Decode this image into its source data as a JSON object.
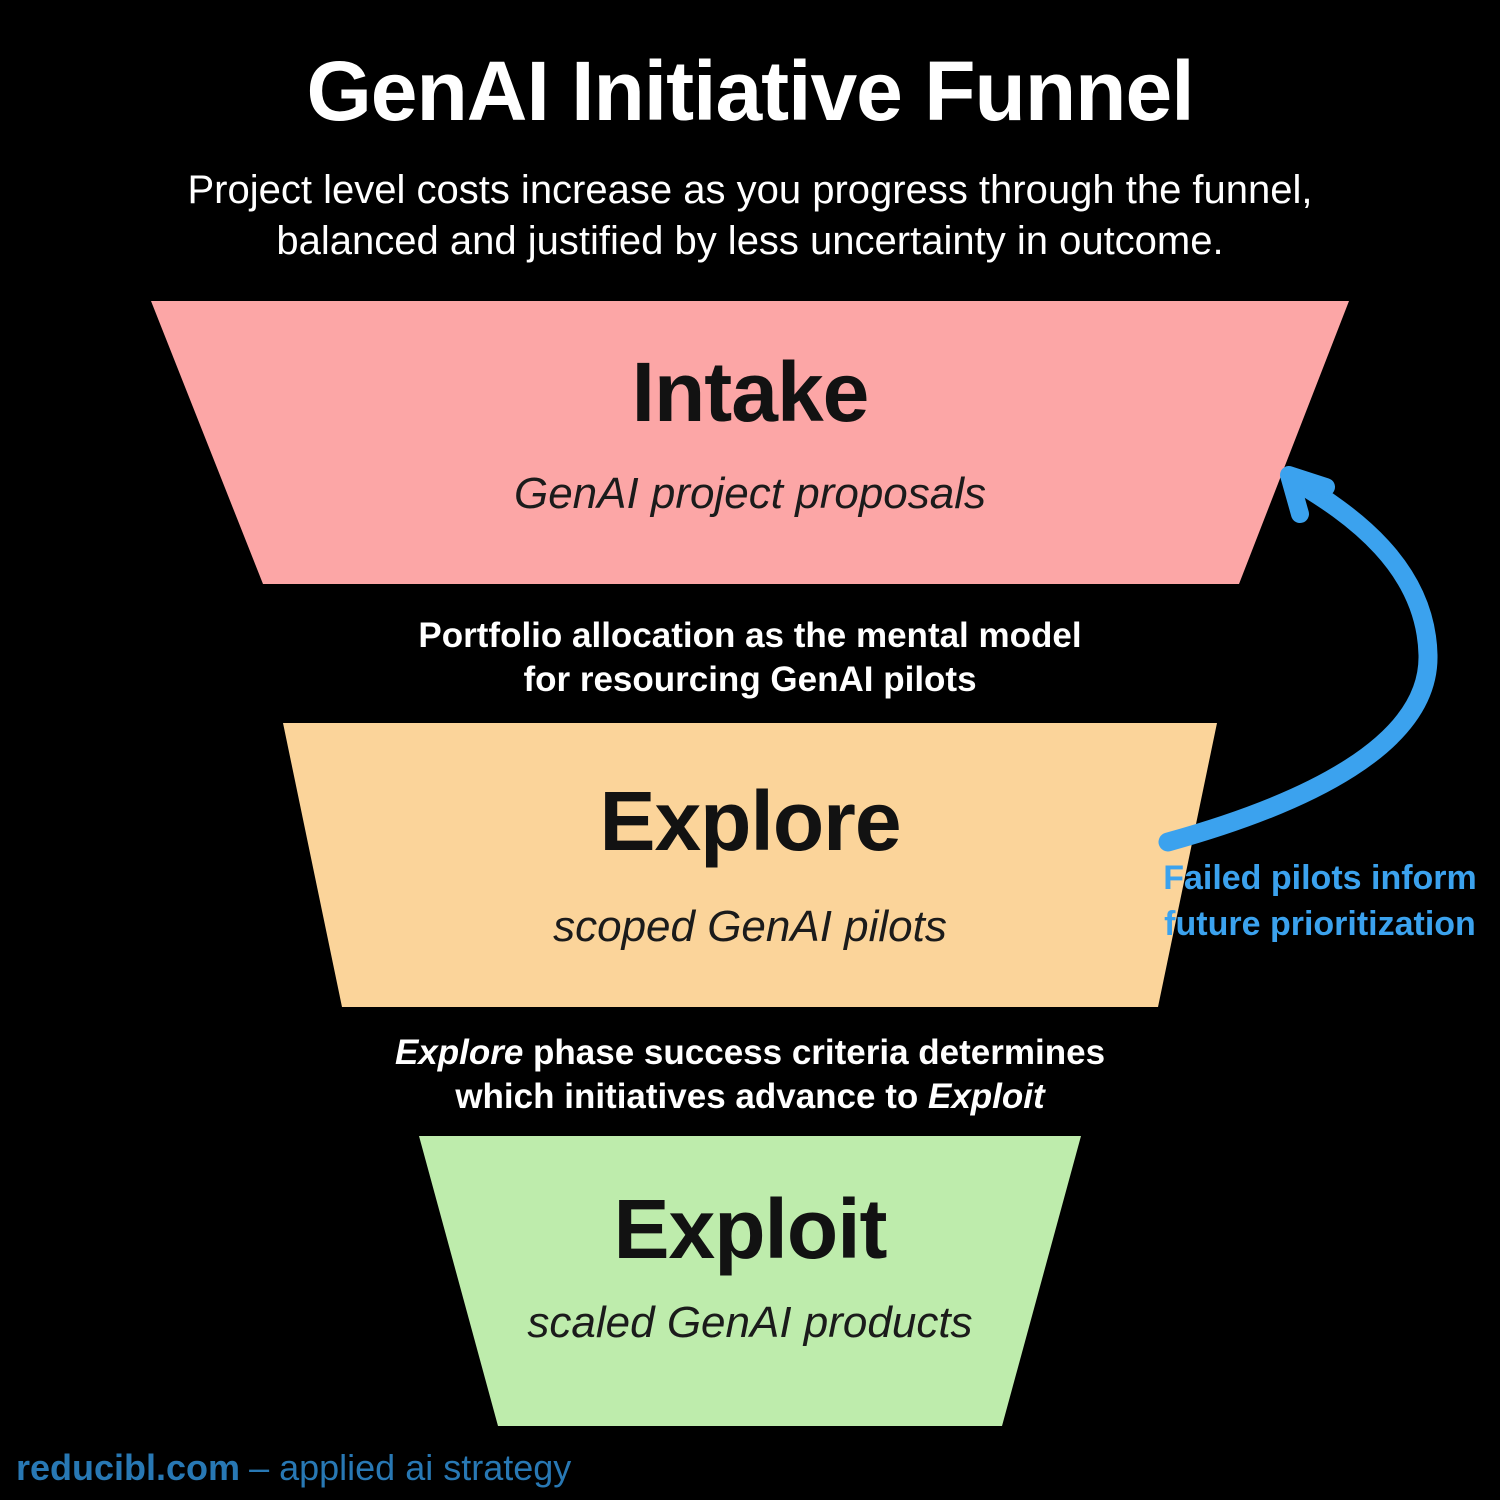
{
  "header": {
    "title": "GenAI Initiative Funnel",
    "subtitle_lines": [
      "Project level costs increase as you progress through the funnel,",
      "balanced and justified by less uncertainty in outcome."
    ]
  },
  "funnel": {
    "stages": [
      {
        "name": "Intake",
        "description": "GenAI project proposals",
        "color": "#FCA6A6"
      },
      {
        "name": "Explore",
        "description": "scoped GenAI pilots",
        "color": "#FBD49A"
      },
      {
        "name": "Exploit",
        "description": "scaled GenAI products",
        "color": "#BEECAC"
      }
    ],
    "annotation_intake_to_explore": {
      "lines": [
        "Portfolio allocation as the mental model",
        "for resourcing GenAI pilots"
      ]
    },
    "annotation_explore_to_exploit": {
      "line1_italic": "Explore",
      "line1_rest": " phase success criteria determines",
      "line2_rest": "which initiatives advance to ",
      "line2_italic": "Exploit"
    },
    "feedback": {
      "lines": [
        "Failed pilots inform",
        "future prioritization"
      ],
      "color": "#3BA2EE"
    }
  },
  "footer": {
    "brand": "reducibl.com",
    "tagline": "– applied ai strategy",
    "color": "#2878B4"
  },
  "colors": {
    "background": "#000000",
    "stage_text": "#121212",
    "heading_text": "#FFFFFF"
  }
}
